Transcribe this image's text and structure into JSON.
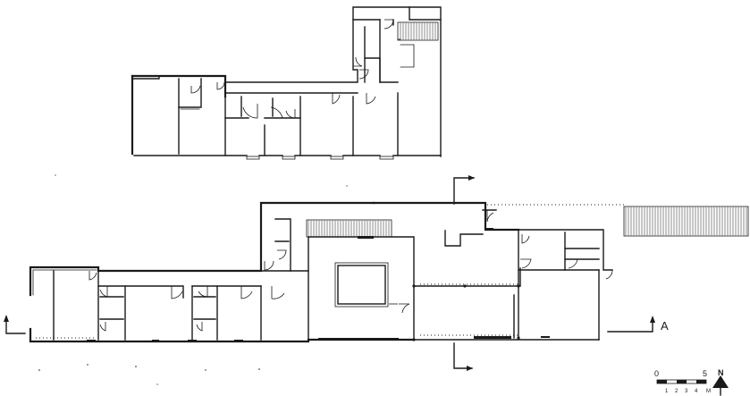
{
  "section_marker": {
    "label": "A"
  },
  "north_arrow": {
    "label": "N"
  },
  "scale_bar": {
    "ticks": [
      "0",
      "1",
      "2",
      "3",
      "4",
      "5"
    ],
    "unit": "M"
  }
}
